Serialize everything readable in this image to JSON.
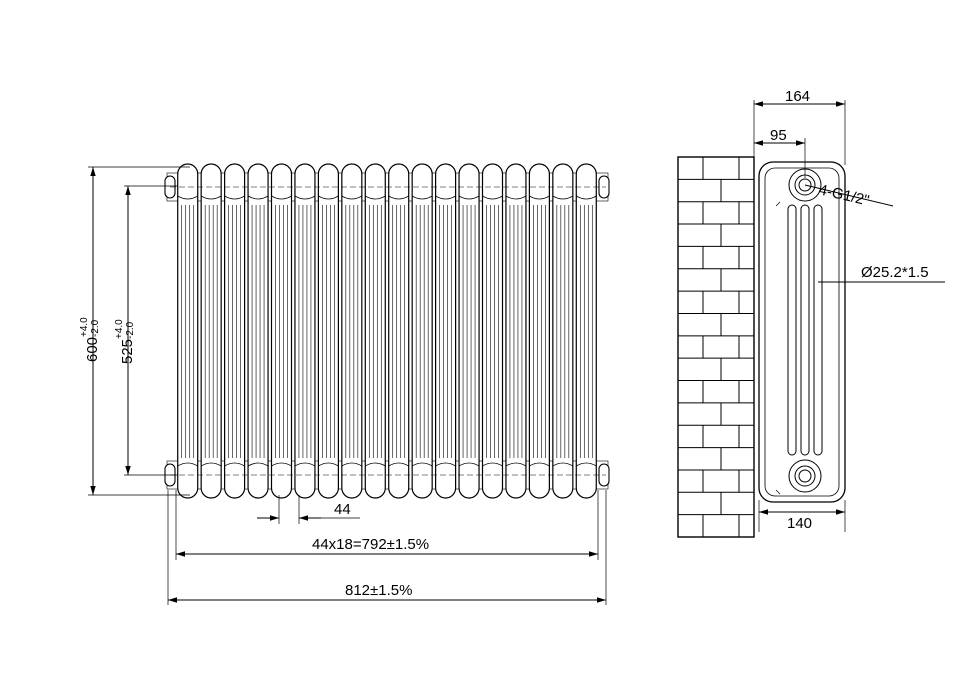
{
  "front_view": {
    "height_value": "600",
    "height_tol_upper": "+4.0",
    "height_tol_lower": "-2.0",
    "centers_value": "525",
    "centers_tol_upper": "+4.0",
    "centers_tol_lower": "-2.0",
    "section_pitch": "44",
    "pitch_total": "44x18=792±1.5%",
    "overall_length": "812±1.5%",
    "section_count": 18
  },
  "side_view": {
    "depth_total": "164",
    "wall_to_connection": "95",
    "connection_label": "4-G1/2\"",
    "tube_label": "Ø25.2*1.5",
    "radiator_depth": "140"
  }
}
